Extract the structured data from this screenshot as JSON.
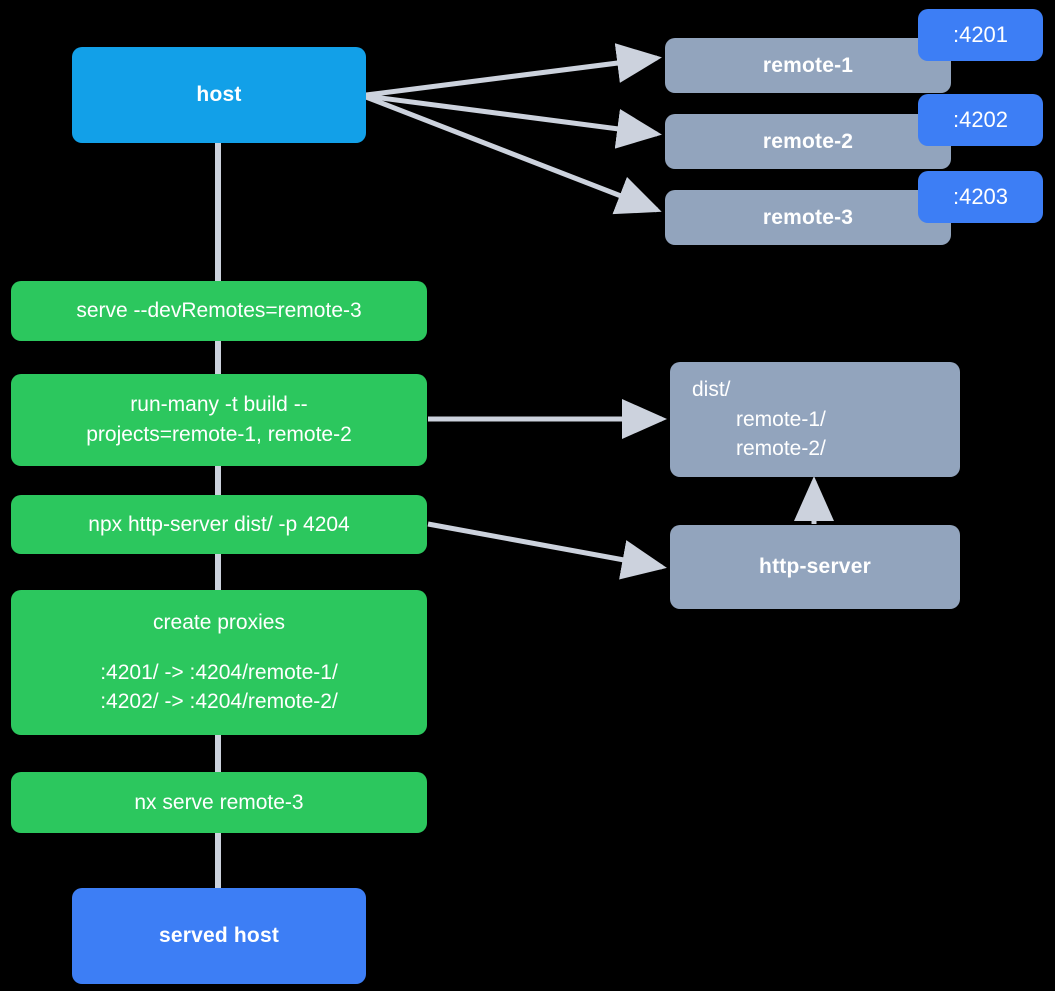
{
  "diagram": {
    "title": "Nx module federation host and remotes serving flow",
    "colors": {
      "background": "#000000",
      "host": "#12a0e8",
      "served_host": "#3d7ef5",
      "remote": "#92a4bd",
      "command": "#2cc75e",
      "badge": "#3d7ef5",
      "connector": "#ccd2dd",
      "text": "#ffffff"
    }
  },
  "nodes": {
    "host": {
      "label": "host"
    },
    "served_host": {
      "label": "served host"
    },
    "remotes": [
      {
        "label": "remote-1",
        "port_badge": ":4201"
      },
      {
        "label": "remote-2",
        "port_badge": ":4202"
      },
      {
        "label": "remote-3",
        "port_badge": ":4203"
      }
    ],
    "dist": {
      "line1": "dist/",
      "line2": "remote-1/",
      "line3": "remote-2/"
    },
    "http_server": {
      "label": "http-server"
    }
  },
  "commands": [
    {
      "id": "serve-dev-remotes",
      "line1": "serve --devRemotes=remote-3"
    },
    {
      "id": "run-many-build",
      "line1": "run-many -t build --",
      "line2": "projects=remote-1, remote-2"
    },
    {
      "id": "npx-http-server",
      "line1": "npx http-server dist/ -p 4204"
    },
    {
      "id": "create-proxies",
      "line1": "create proxies",
      "line2": ":4201/ -> :4204/remote-1/",
      "line3": ":4202/ -> :4204/remote-2/"
    },
    {
      "id": "nx-serve-remote-3",
      "line1": "nx serve remote-3"
    }
  ]
}
